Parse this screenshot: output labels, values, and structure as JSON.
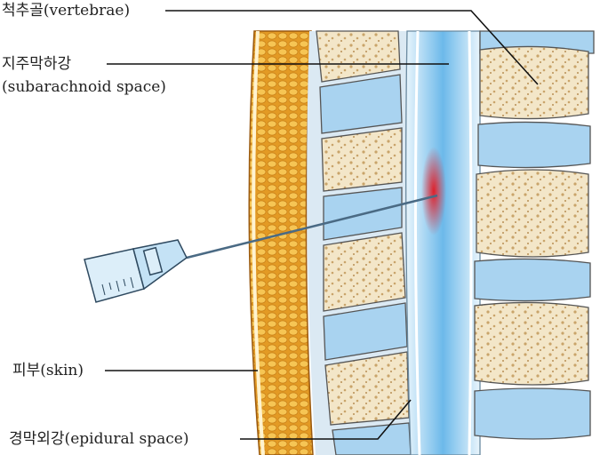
{
  "labels": {
    "vertebrae": "척추골(vertebrae)",
    "subarachnoid_ko": "지주막하강",
    "subarachnoid_en": "(subarachnoid space)",
    "skin": "피부(skin)",
    "epidural": "경막외강(epidural space)"
  },
  "colors": {
    "bone": "#f3e6c8",
    "bone_spots": "#c9a46a",
    "disc": "#a9d3f0",
    "canal": "#7fc3ee",
    "skin": "#f0b13a",
    "injection_site": "#e0202a"
  }
}
